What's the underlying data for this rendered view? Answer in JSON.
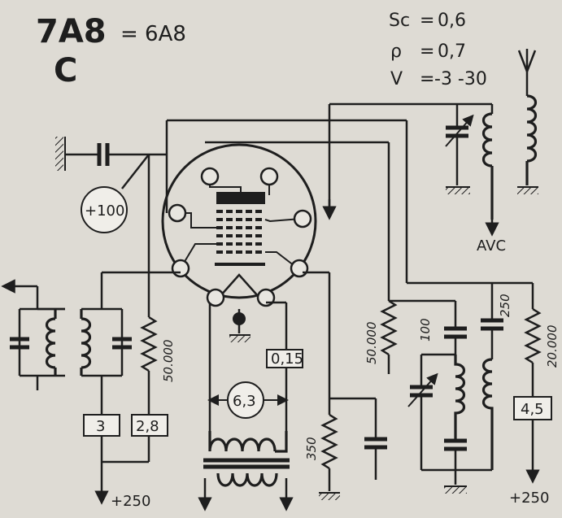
{
  "header": {
    "tube_type": "7A8",
    "equivalent": "= 6A8",
    "base_code": "C"
  },
  "params": [
    {
      "name": "Sc",
      "eq": "=",
      "value": "0,6"
    },
    {
      "name": "ρ",
      "eq": "=",
      "value": "0,7"
    },
    {
      "name": "V",
      "eq": "=",
      "value": "-3 -30"
    }
  ],
  "labels": {
    "grid_voltage": "+100",
    "avc": "AVC",
    "heater_voltage": "6,3",
    "heater_current": "0,15",
    "anode_supply": "+250",
    "screen_supply": "+250"
  },
  "boxes": {
    "b3": "3",
    "b28": "2,8",
    "b015": "0,15",
    "b45": "4,5"
  },
  "resistors": {
    "r_anode": "50.000",
    "r_osc_grid": "50.000",
    "r_cathode": "350",
    "r_screen": "20.000"
  },
  "capacitors": {
    "c_osc": "100",
    "c_grid": "250"
  }
}
